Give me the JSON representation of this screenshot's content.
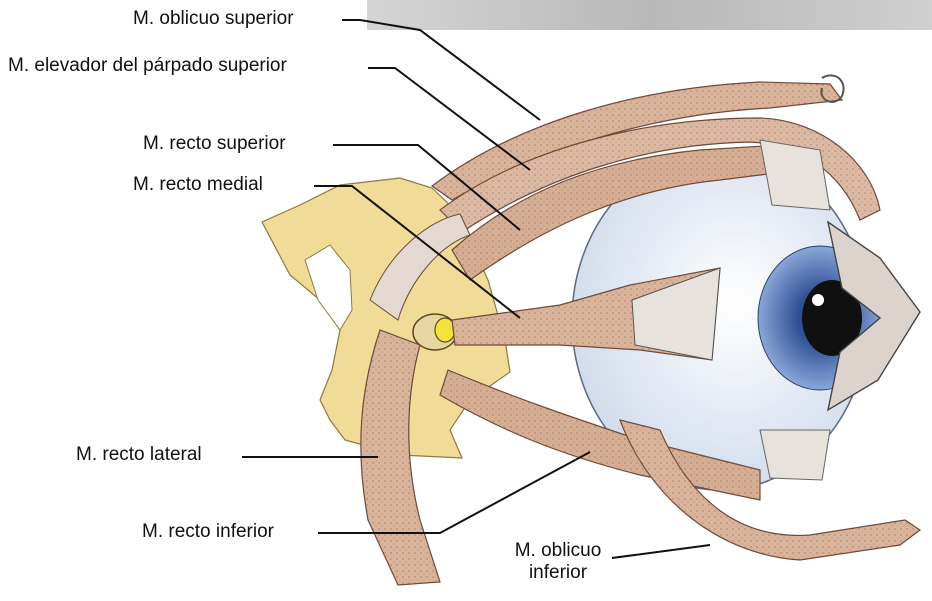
{
  "labels": {
    "oblicuo_superior": "M. oblicuo superior",
    "elevador_parpado": "M. elevador del párpado superior",
    "recto_superior": "M. recto superior",
    "recto_medial": "M. recto medial",
    "recto_lateral": "M. recto lateral",
    "recto_inferior": "M. recto inferior",
    "oblicuo_inferior_line1": "M. oblicuo",
    "oblicuo_inferior_line2": "inferior"
  },
  "colors": {
    "muscle": "#d9b39a",
    "muscle_dark": "#9c6f58",
    "bone": "#f0dc96",
    "eye": "#e8eef8",
    "iris": "#6d8fc9",
    "pupil": "#101010",
    "leader": "#111111"
  }
}
